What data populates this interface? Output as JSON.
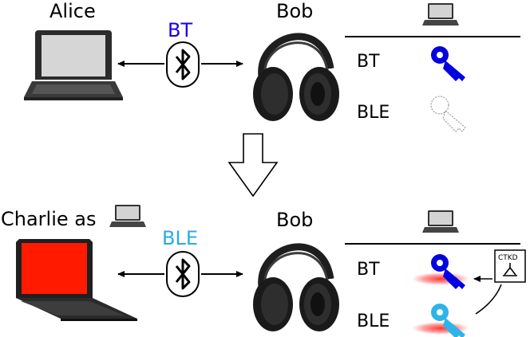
{
  "top": {
    "left_label": "Alice",
    "right_label": "Bob",
    "link_label": "BT",
    "link_color": "#1a00e8",
    "key_table": {
      "rows": [
        {
          "label": "BT",
          "key_state": "blue-key-icon"
        },
        {
          "label": "BLE",
          "key_state": "empty-key-outline-icon"
        }
      ]
    }
  },
  "bottom": {
    "left_label": "Charlie as",
    "right_label": "Bob",
    "link_label": "BLE",
    "link_color": "#29abe2",
    "key_table": {
      "rows": [
        {
          "label": "BT",
          "key_state": "blue-key-icon"
        },
        {
          "label": "BLE",
          "key_state": "cyan-key-icon"
        }
      ],
      "ctkd_label": "CTKD"
    }
  },
  "colors": {
    "bt_key": "#0000e0",
    "ble_key": "#2eb4e6",
    "highlight": "#ff3b3b",
    "attacker_screen": "#ff1a00"
  }
}
